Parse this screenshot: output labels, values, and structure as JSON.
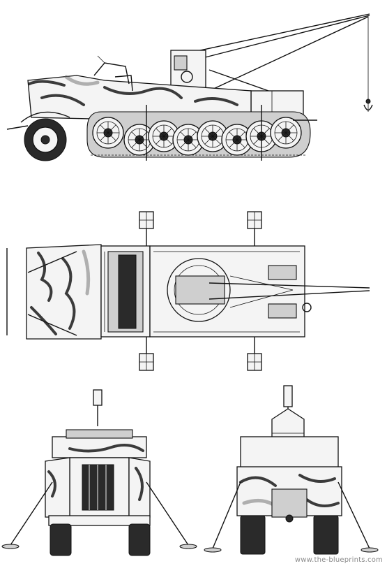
{
  "watermark": "www.the-blueprints.com",
  "views": [
    {
      "id": "side-view"
    },
    {
      "id": "top-view"
    },
    {
      "id": "front-view"
    },
    {
      "id": "rear-view"
    }
  ]
}
